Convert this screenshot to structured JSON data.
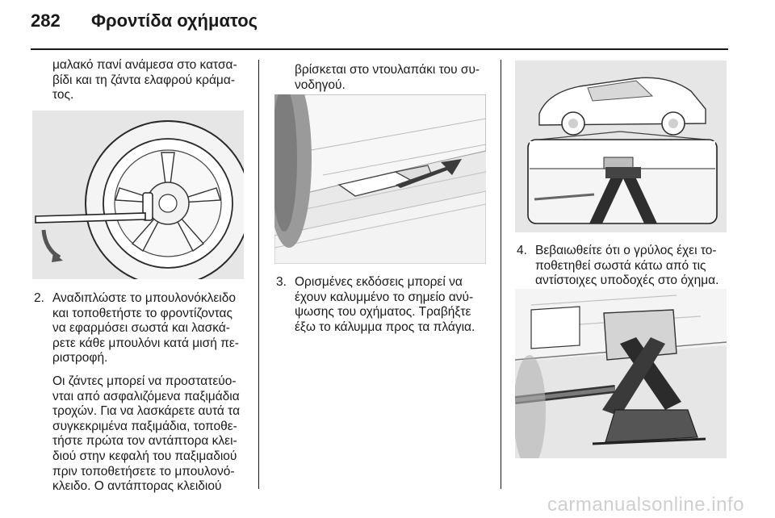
{
  "header": {
    "page_number": "282",
    "title": "Φροντίδα οχήματος"
  },
  "col1": {
    "para_top": [
      "μαλακό πανί ανάμεσα στο κατσα-",
      "βίδι και τη ζάντα ελαφρού κράμα-",
      "τος."
    ],
    "step2": {
      "number": "2.",
      "lines": [
        "Αναδιπλώστε το μπουλονόκλειδο",
        "και τοποθετήστε το φροντίζοντας",
        "να εφαρμόσει σωστά και λασκά-",
        "ρετε κάθε μπουλόνι κατά μισή πε-",
        "ριστροφή."
      ],
      "note": [
        "Οι ζάντες μπορεί να προστατεύο-",
        "νται από ασφαλιζόμενα παξιμάδια",
        "τροχών. Για να λασκάρετε αυτά τα",
        "συγκεκριμένα παξιμάδια, τοποθε-",
        "τήστε πρώτα τον αντάπτορα κλει-",
        "διού στην κεφαλή του παξιμαδιού",
        "πριν τοποθετήσετε το μπουλονό-",
        "κλειδο. Ο αντάπτορας κλειδιού"
      ]
    }
  },
  "col2": {
    "para_top": [
      "βρίσκεται στο ντουλαπάκι του συ-",
      "νοδηγού."
    ],
    "step3": {
      "number": "3.",
      "lines": [
        "Ορισμένες εκδόσεις μπορεί να",
        "έχουν καλυμμένο το σημείο ανύ-",
        "ψωσης του οχήματος. Τραβήξτε",
        "έξω το κάλυμμα προς τα πλάγια."
      ]
    }
  },
  "col3": {
    "step4": {
      "number": "4.",
      "lines": [
        "Βεβαιωθείτε ότι ο γρύλος έχει το-",
        "ποθετηθεί σωστά κάτω από τις",
        "αντίστοιχες υποδοχές στο όχημα."
      ]
    }
  },
  "watermark": "carmanualsonline.info",
  "colors": {
    "figure_bg": "#e6e6e6",
    "text": "#1a1a1a",
    "watermark": "#cfcfcf"
  }
}
